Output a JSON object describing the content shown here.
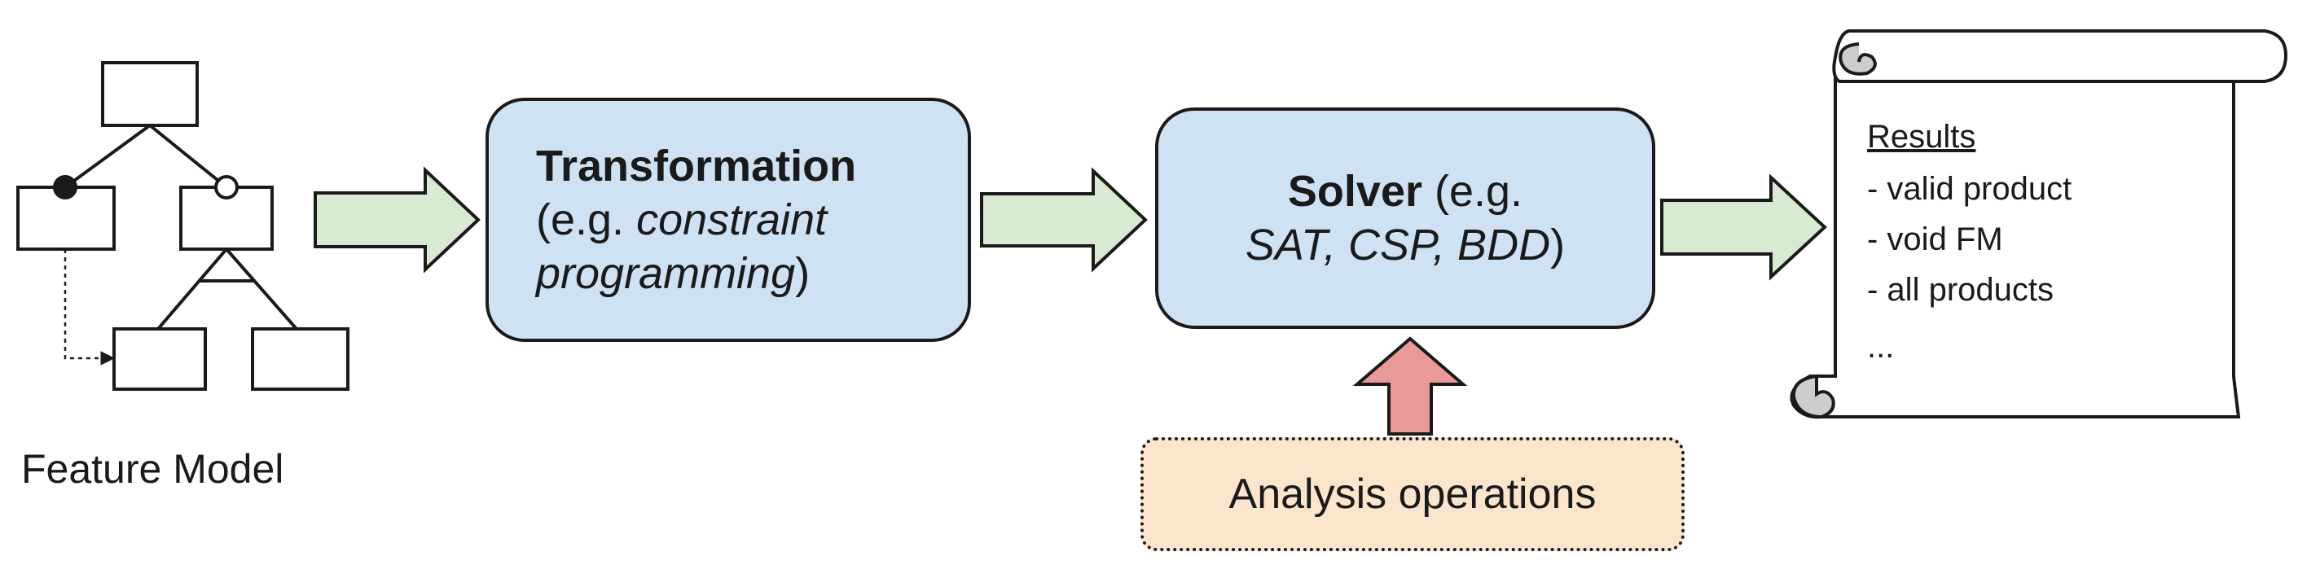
{
  "feature_model": {
    "label": "Feature Model"
  },
  "transformation": {
    "title": "Transformation",
    "line2_prefix": "(e.g. ",
    "line2_italic": "constraint",
    "line3_italic": "programming",
    "line3_suffix": ")"
  },
  "solver": {
    "title": "Solver",
    "line1_suffix": " (e.g.",
    "line2_italic": "SAT, CSP, BDD",
    "line2_suffix": ")"
  },
  "analysis": {
    "label": "Analysis operations"
  },
  "results": {
    "title": "Results",
    "items": [
      "- valid product",
      "- void FM",
      "- all products",
      "..."
    ]
  },
  "colors": {
    "process_fill": "#cfe2f3",
    "arrow_green": "#d9ead3",
    "arrow_red": "#ea9999",
    "operations_fill": "#fce5cd",
    "outline": "#1a1a1a"
  }
}
